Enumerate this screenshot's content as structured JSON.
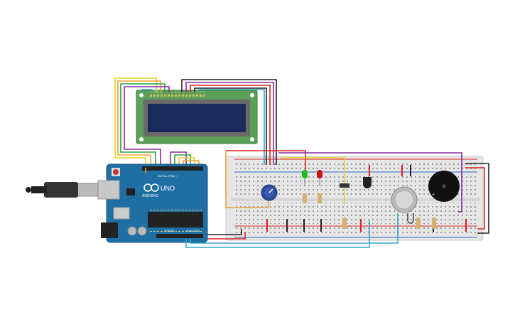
{
  "arduino": {
    "brand": "ARDUINO",
    "model": "UNO",
    "digital_label": "DIGITAL (PWM ~)",
    "power_label": "POWER",
    "analog_label": "ANALOG IN"
  },
  "colors": {
    "breadboard": "#e8e8e8",
    "breadboard_rail_red": "#d22",
    "breadboard_rail_blue": "#36c",
    "lcd_pcb": "#5a9e5a",
    "lcd_screen": "#1b2a5c",
    "arduino_board": "#1f6fa5",
    "wire_orange": "#f0a030",
    "wire_yellow": "#e8d020",
    "wire_purple": "#8a2aa0",
    "wire_black": "#222222",
    "wire_red": "#dd2222",
    "wire_cyan": "#30a8c8",
    "wire_green": "#2aa040",
    "led_green": "#22bb22",
    "led_red": "#cc1111"
  },
  "components": {
    "lcd": "lcd-16x2",
    "potentiometer": "potentiometer",
    "led_green": "led-green",
    "led_red": "led-red",
    "transistor": "npn-transistor",
    "gas_sensor": "gas-sensor",
    "buzzer": "piezo-buzzer",
    "usb_cable": "usb-cable"
  }
}
